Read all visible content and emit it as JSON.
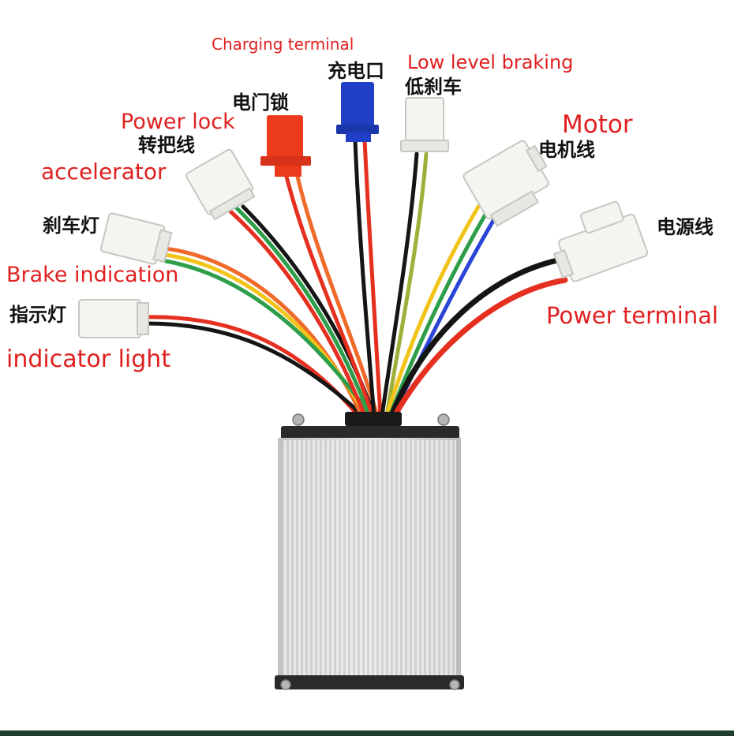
{
  "colors": {
    "label_english": "#e02020",
    "label_chinese": "#111111",
    "wire_red": "#e53020",
    "wire_black": "#151515",
    "wire_yellow": "#f2c318",
    "wire_green": "#2e9e4a",
    "wire_blue": "#2a45d6",
    "wire_orange": "#f06a2a",
    "connector_white": "#f4f4f1",
    "connector_red": "#ec3b1c",
    "connector_blue": "#1f3fc4",
    "housing_aluminum": "#d9dadc"
  },
  "connectors": [
    {
      "key": "indicator",
      "zh": "指示灯",
      "en": "indicator light",
      "wires": [
        "red",
        "black"
      ]
    },
    {
      "key": "brake_light",
      "zh": "刹车灯",
      "en": "Brake indication",
      "wires": [
        "orange",
        "yellow",
        "green"
      ]
    },
    {
      "key": "throttle",
      "zh": "转把线",
      "en": "accelerator",
      "wires": [
        "red",
        "green",
        "black"
      ]
    },
    {
      "key": "power_lock",
      "zh": "电门锁",
      "en": "Power lock",
      "wires": [
        "red",
        "orange"
      ]
    },
    {
      "key": "charging",
      "zh": "充电口",
      "en": "Charging terminal",
      "wires": [
        "black",
        "red"
      ]
    },
    {
      "key": "low_brake",
      "zh": "低刹车",
      "en": "Low level braking",
      "wires": [
        "black",
        "yellow"
      ]
    },
    {
      "key": "motor",
      "zh": "电机线",
      "en": "Motor",
      "wires": [
        "yellow",
        "green",
        "blue"
      ]
    },
    {
      "key": "power",
      "zh": "电源线",
      "en": "Power terminal",
      "wires": [
        "black",
        "red"
      ]
    }
  ]
}
